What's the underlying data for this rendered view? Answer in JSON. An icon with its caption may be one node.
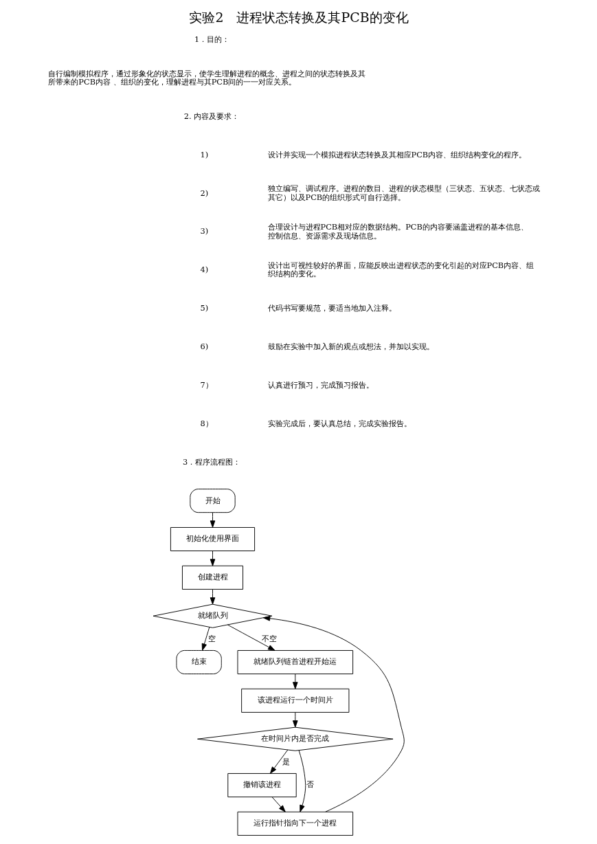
{
  "diagram": {
    "title": "实验2　进程状态转换及其PCB的变化",
    "nodes": [
      {
        "text": [
          "开始"
        ]
      },
      {
        "text": [
          "初始化使用界面"
        ]
      },
      {
        "text": [
          "创建进程"
        ]
      },
      {
        "text": [
          "就绪队列"
        ]
      },
      {
        "text": [
          "结束"
        ]
      },
      {
        "text": [
          "就绪队列链首进程开始运"
        ]
      },
      {
        "text": [
          "该进程运行一个时间片"
        ]
      },
      {
        "text": [
          "在时间片内是否完成"
        ]
      },
      {
        "text": [
          "撤销该进程"
        ]
      },
      {
        "text": [
          "运行指针指向下一个进程"
        ]
      }
    ],
    "edges": [
      {
        "from": 0,
        "to": 1,
        "arrow": "to"
      },
      {
        "from": 1,
        "to": 2,
        "arrow": "to"
      },
      {
        "from": 2,
        "to": 3,
        "arrow": "to"
      },
      {
        "from": 3,
        "to": 4,
        "arrow": "to",
        "label": "空"
      },
      {
        "from": 3,
        "to": 5,
        "arrow": "to",
        "label": "不空"
      },
      {
        "from": 5,
        "to": 6,
        "arrow": "to"
      },
      {
        "from": 6,
        "to": 7,
        "arrow": "to"
      },
      {
        "from": 7,
        "to": 8,
        "arrow": "to",
        "label": "是"
      },
      {
        "from": 7,
        "to": 9,
        "arrow": "to",
        "label": "否"
      },
      {
        "from": 8,
        "to": 9,
        "arrow": "to"
      },
      {
        "from": 9,
        "to": 3,
        "arrow": "to"
      }
    ],
    "labels": [
      "1．目的：",
      "自行编制模拟程序，通过形象化的状态显示，使学生理解进程的概念、进程之间的状态转换及其所带来的PCB内容 、组织的变化，理解进程与其PCB间的一一对应关系。",
      "2. 内容及要求：",
      "1)",
      "设计并实现一个模拟进程状态转换及其相应PCB内容、组织结构变化的程序。",
      "2)",
      "独立编写、调试程序。进程的数目、进程的状态模型（三状态、五状态、七状态或其它）以及PCB的组织形式可自行选择。",
      "3)",
      "合理设计与进程PCB相对应的数据结构。PCB的内容要涵盖进程的基本信息、控制信息、资源需求及现场信息。",
      "4)",
      "设计出可视性较好的界面，应能反映出进程状态的变化引起的对应PCB内容、组织结构的变化。",
      "5)",
      "代码书写要规范，要适当地加入注释。",
      "6)",
      "鼓励在实验中加入新的观点或想法，并加以实现。",
      "7）",
      "认真进行预习，完成预习报告。",
      "8）",
      "实验完成后，要认真总结，完成实验报告。",
      "3．程序流程图："
    ]
  }
}
